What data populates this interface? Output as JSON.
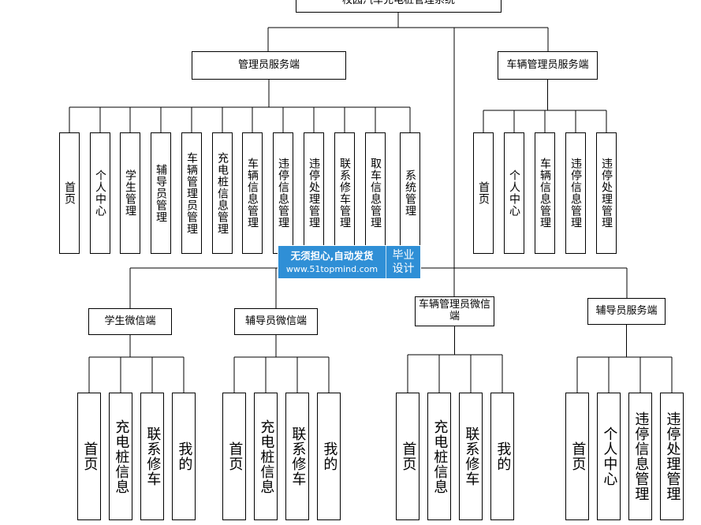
{
  "root": {
    "label": "校园汽车充电桩管理系统"
  },
  "groups": [
    {
      "label": "管理员服务端",
      "items": [
        "首页",
        "个人中心",
        "学生管理",
        "辅导员管理",
        "车辆管理员管理",
        "充电桩信息管理",
        "车辆信息管理",
        "违停信息管理",
        "违停处理管理",
        "联系修车管理",
        "取车信息管理",
        "系统管理"
      ]
    },
    {
      "label": "车辆管理员服务端",
      "items": [
        "首页",
        "个人中心",
        "车辆信息管理",
        "违停信息管理",
        "违停处理管理"
      ]
    },
    {
      "label": "学生微信端",
      "items": [
        "首页",
        "充电桩信息",
        "联系修车",
        "我的"
      ]
    },
    {
      "label": "辅导员微信端",
      "items": [
        "首页",
        "充电桩信息",
        "联系修车",
        "我的"
      ]
    },
    {
      "label": "车辆管理员微信端",
      "items": [
        "首页",
        "充电桩信息",
        "联系修车",
        "我的"
      ]
    },
    {
      "label": "辅导员服务端",
      "items": [
        "首页",
        "个人中心",
        "违停信息管理",
        "违停处理管理"
      ]
    }
  ],
  "watermark": {
    "line1": "无须担心,自动发货",
    "line2": "www.51topmind.com",
    "badge_line1": "毕业",
    "badge_line2": "设计"
  }
}
